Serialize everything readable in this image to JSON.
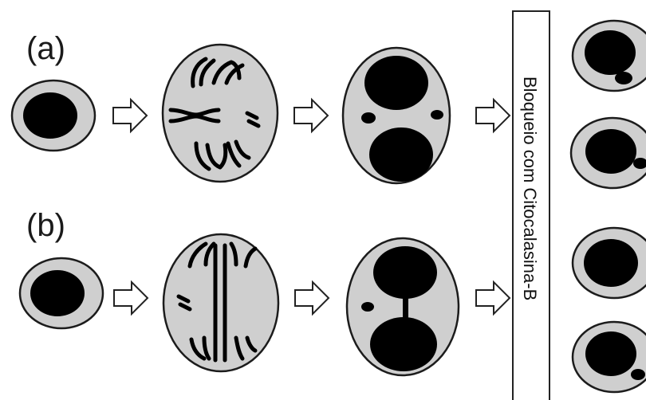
{
  "labels": {
    "row_a": "(a)",
    "row_b": "(b)",
    "block": "Bloqueio com Citocalasina-B"
  },
  "colors": {
    "cytoplasm": "#cfcfcf",
    "nucleus": "#000000",
    "outline": "#1c1c1c"
  },
  "icons": [
    "right-outline-arrow-icon"
  ]
}
